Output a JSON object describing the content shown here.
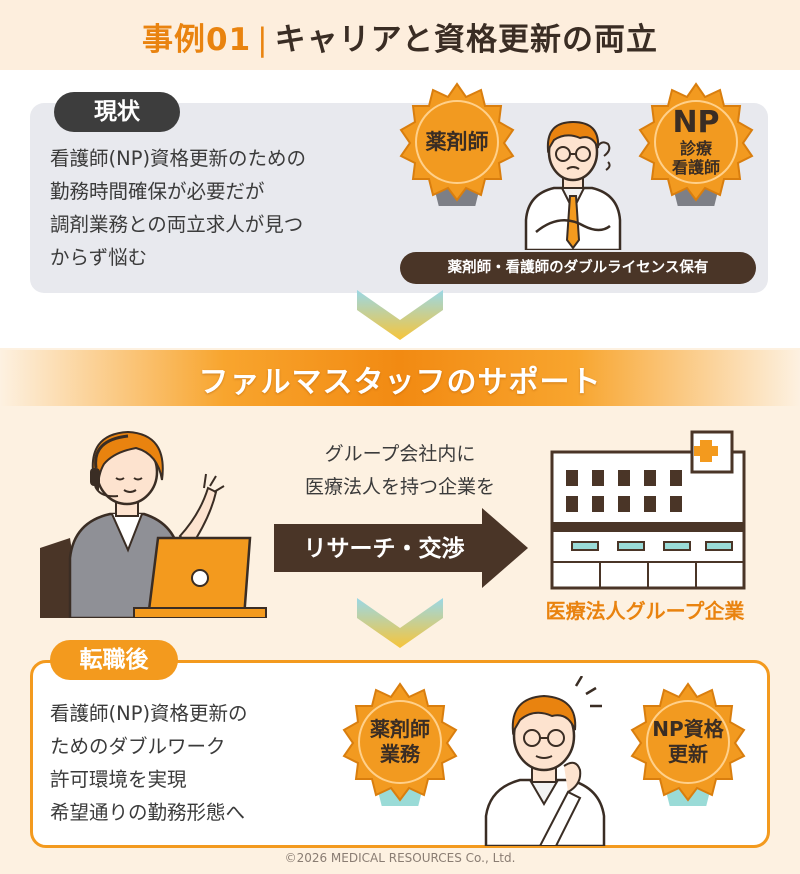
{
  "title": {
    "prefix": "事例",
    "number": "01",
    "separator": "|",
    "main": "キャリアと資格更新の両立"
  },
  "current": {
    "label": "現状",
    "lines": [
      "看護師(NP)資格更新のための",
      "勤務時間確保が必要だが",
      "調剤業務との両立求人が見つ",
      "からず悩む"
    ],
    "badge_pharmacist": "薬剤師",
    "badge_np": {
      "big": "NP",
      "line1": "診療",
      "line2": "看護師"
    },
    "license_bar": "薬剤師・看護師のダブルライセンス保有"
  },
  "support": {
    "title": "ファルマスタッフのサポート",
    "research_lines": [
      "グループ会社内に",
      "医療法人を持つ企業を"
    ],
    "arrow_label": "リサーチ・交渉",
    "company_label": "医療法人グループ企業"
  },
  "after": {
    "label": "転職後",
    "lines": [
      "看護師(NP)資格更新の",
      "ためのダブルワーク",
      "許可環境を実現",
      "希望通りの勤務形態へ"
    ],
    "badge_work": {
      "line1": "薬剤師",
      "line2": "業務"
    },
    "badge_renew": {
      "line1": "NP資格",
      "line2": "更新"
    }
  },
  "copyright": "©2026 MEDICAL RESOURCES Co., Ltd.",
  "colors": {
    "orange": "#f39a1e",
    "dark_brown": "#4a3527",
    "gray_panel": "#e8e9ee",
    "teal_ribbon": "#9adbd7"
  }
}
